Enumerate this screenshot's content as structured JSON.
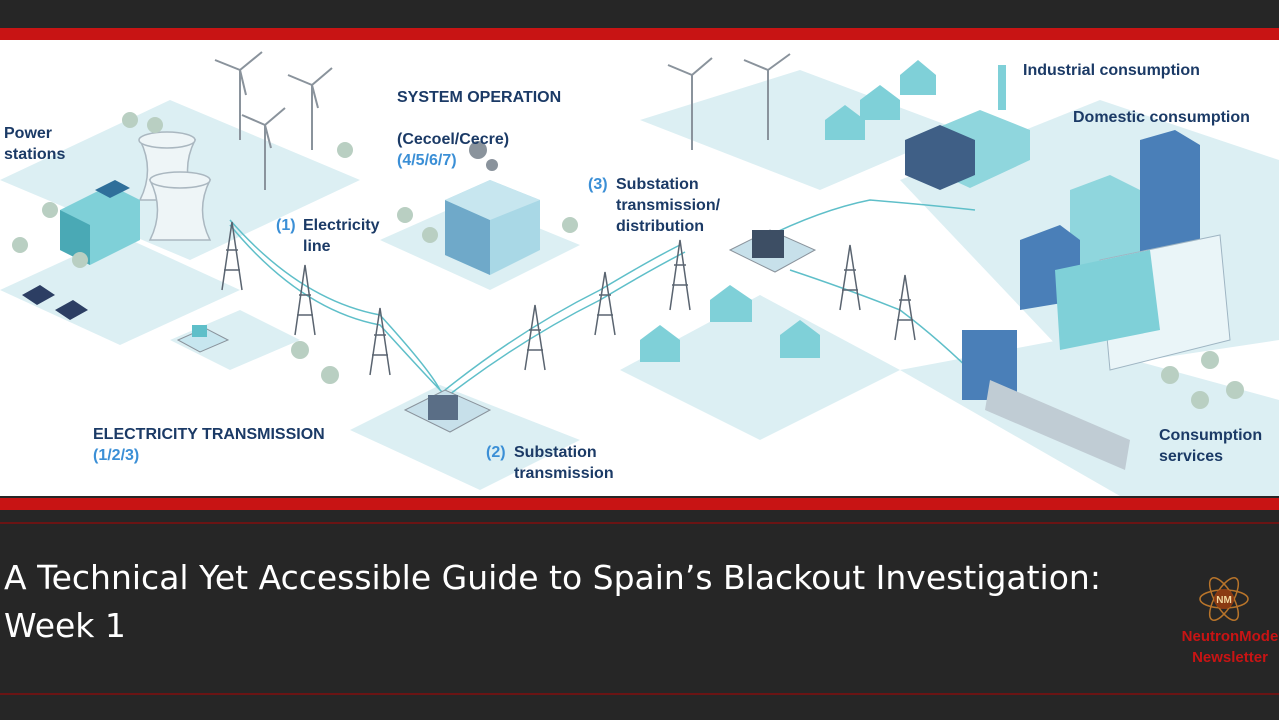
{
  "illustration": {
    "labels": {
      "power_stations": "Power\nstations",
      "system_operation": "SYSTEM OPERATION",
      "system_operation_sub_a": "(Cecoel/Cecre)",
      "system_operation_sub_b": "(4/5/6/7)",
      "electricity_line_num": "(1)",
      "electricity_line": "Electricity\nline",
      "substation_td_num": "(3)",
      "substation_td": "Substation\ntransmission/\ndistribution",
      "industrial": "Industrial consumption",
      "domestic": "Domestic consumption",
      "electricity_transmission": "ELECTRICITY TRANSMISSION",
      "electricity_transmission_sub": "(1/2/3)",
      "substation_t_num": "(2)",
      "substation_t": "Substation\ntransmission",
      "consumption_services": "Consumption\nservices"
    }
  },
  "article": {
    "title": "A Technical Yet Accessible Guide to Spain’s Blackout Investigation:\nWeek 1"
  },
  "logo": {
    "monogram": "NM",
    "line1": "NeutronMode",
    "line2": "Newsletter"
  },
  "colors": {
    "background": "#262626",
    "accent_red": "#c81414",
    "label_navy": "#1b3a66",
    "label_blue": "#3b8fd6",
    "ground": "#d9eef2",
    "building_teal": "#5fbfc9"
  }
}
